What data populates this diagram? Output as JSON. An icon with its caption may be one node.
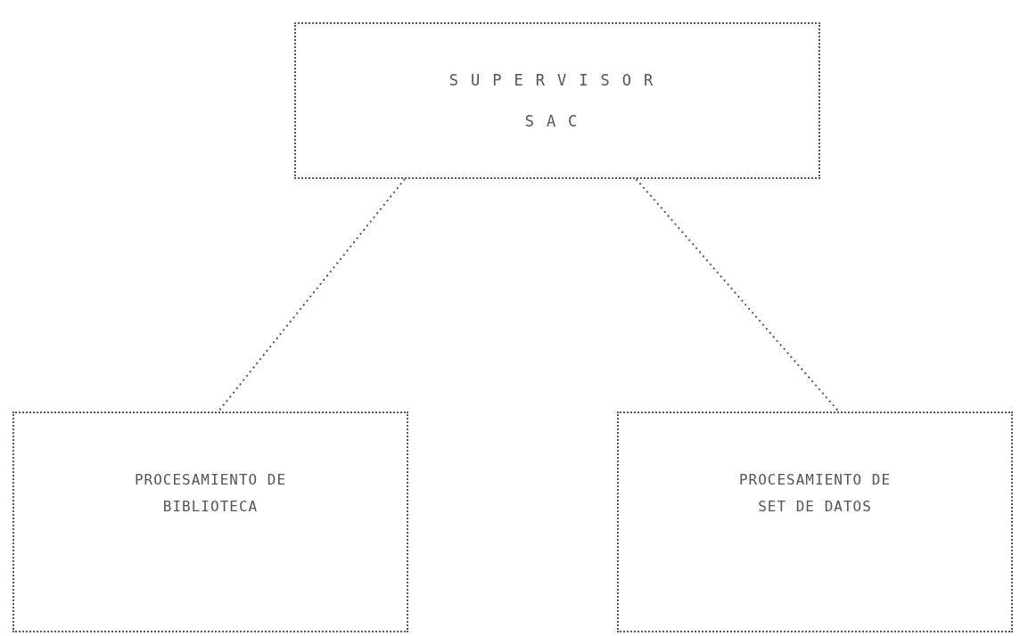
{
  "diagram": {
    "nodes": [
      {
        "text": [
          "SUPERVISOR",
          "SAC"
        ]
      },
      {
        "text": [
          "PROCESAMIENTO DE BIBLIOTECA"
        ]
      },
      {
        "text": [
          "PROCESAMIENTO DE SET DE DATOS"
        ]
      }
    ],
    "edges": [
      {
        "from": 0,
        "to": 1,
        "arrow": "none"
      },
      {
        "from": 0,
        "to": 2,
        "arrow": "none"
      }
    ]
  }
}
